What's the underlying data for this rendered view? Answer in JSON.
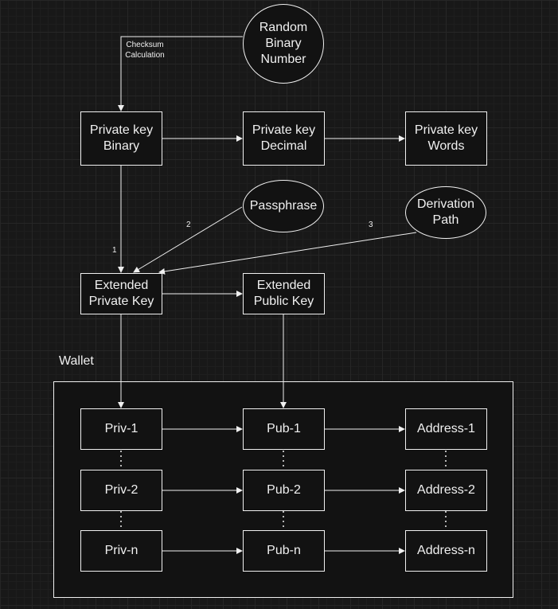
{
  "nodes": {
    "random": "Random\nBinary\nNumber",
    "pk_binary": "Private key\nBinary",
    "pk_decimal": "Private key\nDecimal",
    "pk_words": "Private key\nWords",
    "passphrase": "Passphrase",
    "derivation": "Derivation\nPath",
    "ext_private": "Extended\nPrivate Key",
    "ext_public": "Extended\nPublic Key",
    "priv1": "Priv-1",
    "priv2": "Priv-2",
    "privn": "Priv-n",
    "pub1": "Pub-1",
    "pub2": "Pub-2",
    "pubn": "Pub-n",
    "addr1": "Address-1",
    "addr2": "Address-2",
    "addrn": "Address-n"
  },
  "labels": {
    "checksum": "Checksum\nCalculation",
    "step1": "1",
    "step2": "2",
    "step3": "3",
    "wallet": "Wallet"
  }
}
